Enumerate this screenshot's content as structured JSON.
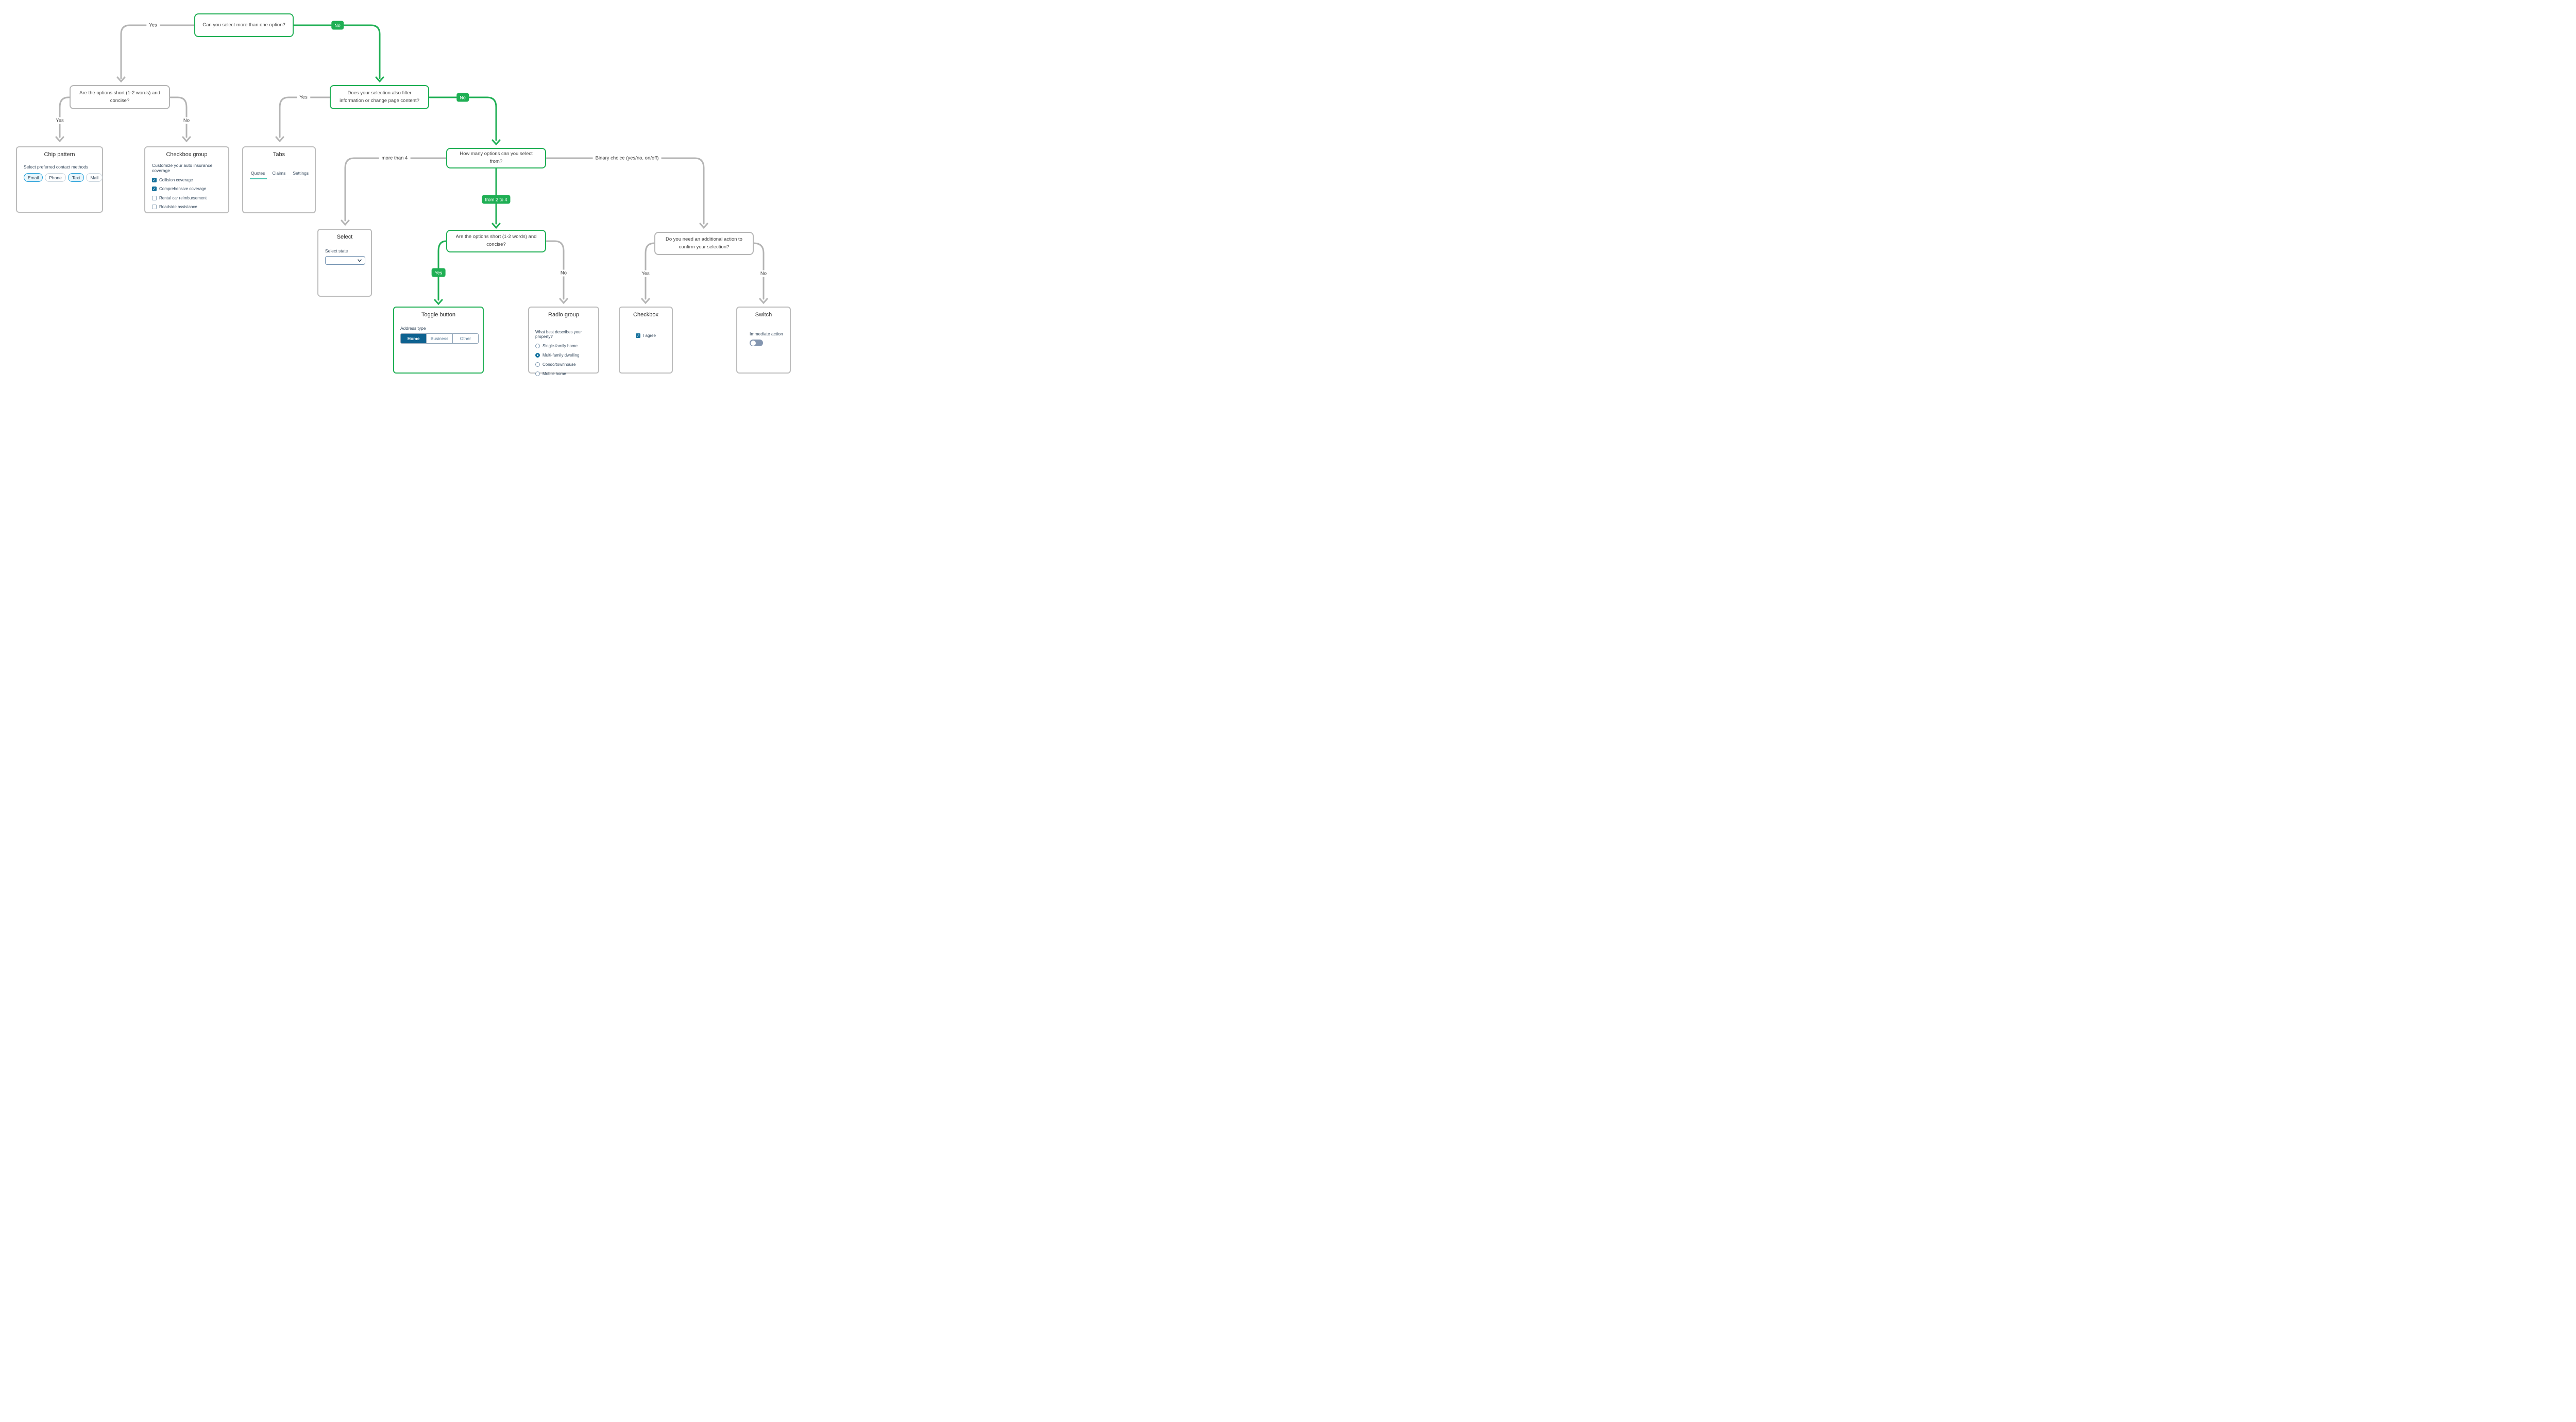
{
  "colors": {
    "flow_accent_green": "#1faf54",
    "connector_gray": "#b4b4b4",
    "chip_selected_border": "#1e9cd7",
    "chip_selected_bg": "#e9f7fd",
    "checkbox_checked_bg": "#16719c",
    "tab_active_underline": "#48c1af",
    "toggle_selected_bg": "#0e6290",
    "radio_selected": "#10719f",
    "switch_track_off": "#8496b0",
    "content_text": "#33475b"
  },
  "nodes": {
    "q1": {
      "text": "Can you select more than one option?"
    },
    "q2": {
      "text": "Are the options short (1-2 words) and concise?"
    },
    "q3": {
      "text": "Does your selection also filter information or change page content?"
    },
    "q4": {
      "text": "How many options can you select from?"
    },
    "q5": {
      "text": "Are the options short (1-2 words) and concise?"
    },
    "q6": {
      "text": "Do you need an additional action to confirm your selection?"
    }
  },
  "edges": {
    "q1_yes": "Yes",
    "q1_no": "No",
    "q2_yes": "Yes",
    "q2_no": "No",
    "q3_yes": "Yes",
    "q3_no": "No",
    "q4_more": "more than 4",
    "q4_mid": "from 2 to 4",
    "q4_binary": "Binary choice (yes/no, on/off)",
    "q5_yes": "Yes",
    "q5_no": "No",
    "q6_yes": "Yes",
    "q6_no": "No"
  },
  "cards": {
    "chip": {
      "title": "Chip pattern",
      "label": "Select preferred contact methods",
      "chips": [
        {
          "label": "Email",
          "selected": true
        },
        {
          "label": "Phone",
          "selected": false
        },
        {
          "label": "Text",
          "selected": true
        },
        {
          "label": "Mail",
          "selected": false
        }
      ]
    },
    "checkbox_group": {
      "title": "Checkbox group",
      "label": "Customize your auto insurance coverage",
      "check_glyph": "✓",
      "items": [
        {
          "label": "Collision coverage",
          "checked": true
        },
        {
          "label": "Comprehensive coverage",
          "checked": true
        },
        {
          "label": "Rental car reimbursement",
          "checked": false
        },
        {
          "label": "Roadside assistance",
          "checked": false
        }
      ]
    },
    "tabs": {
      "title": "Tabs",
      "tabs": [
        {
          "label": "Quotes",
          "active": true
        },
        {
          "label": "Claims",
          "active": false
        },
        {
          "label": "Settings",
          "active": false
        }
      ]
    },
    "select": {
      "title": "Select",
      "label": "Select state",
      "value": ""
    },
    "toggle": {
      "title": "Toggle button",
      "label": "Address type",
      "options": [
        {
          "label": "Home",
          "selected": true
        },
        {
          "label": "Business",
          "selected": false
        },
        {
          "label": "Other",
          "selected": false
        }
      ]
    },
    "radio": {
      "title": "Radio group",
      "label": "What best describes your property?",
      "options": [
        {
          "label": "Single-family home",
          "selected": false
        },
        {
          "label": "Multi-family dwelling",
          "selected": true
        },
        {
          "label": "Condo/townhouse",
          "selected": false
        },
        {
          "label": "Mobile home",
          "selected": false
        }
      ]
    },
    "checkbox": {
      "title": "Checkbox",
      "item": "I agree",
      "check_glyph": "✓"
    },
    "switch": {
      "title": "Switch",
      "label": "Immediate action"
    }
  }
}
